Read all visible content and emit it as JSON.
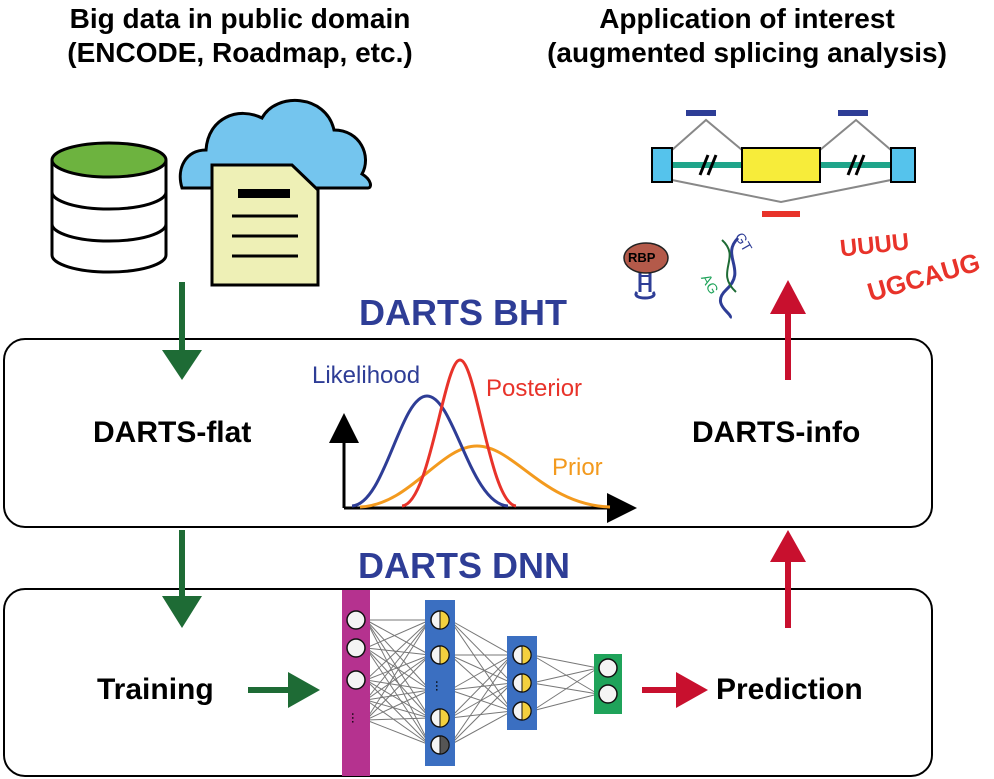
{
  "headings": {
    "left_line1": "Big data in public domain",
    "left_line2": "(ENCODE, Roadmap, etc.)",
    "right_line1": "Application of interest",
    "right_line2": "(augmented splicing analysis)"
  },
  "bht": {
    "title": "DARTS BHT",
    "flat_label": "DARTS-flat",
    "info_label": "DARTS-info",
    "curves": {
      "likelihood": "Likelihood",
      "posterior": "Posterior",
      "prior": "Prior"
    }
  },
  "dnn": {
    "title": "DARTS DNN",
    "training_label": "Training",
    "prediction_label": "Prediction"
  },
  "icons": {
    "rbp": "RBP",
    "gt": "GT",
    "ag": "AG",
    "uuuu": "UUUU",
    "ugcaug": "UGCAUG"
  },
  "colors": {
    "dark_blue": "#2e3d96",
    "green_arrow": "#1e6b35",
    "red_arrow": "#c8102e",
    "likelihood": "#2e3d96",
    "posterior": "#e8332a",
    "prior": "#f39a1e",
    "layer_input": "#b5328f",
    "layer_hidden": "#3b6fc1",
    "layer_output": "#1fa35a"
  }
}
